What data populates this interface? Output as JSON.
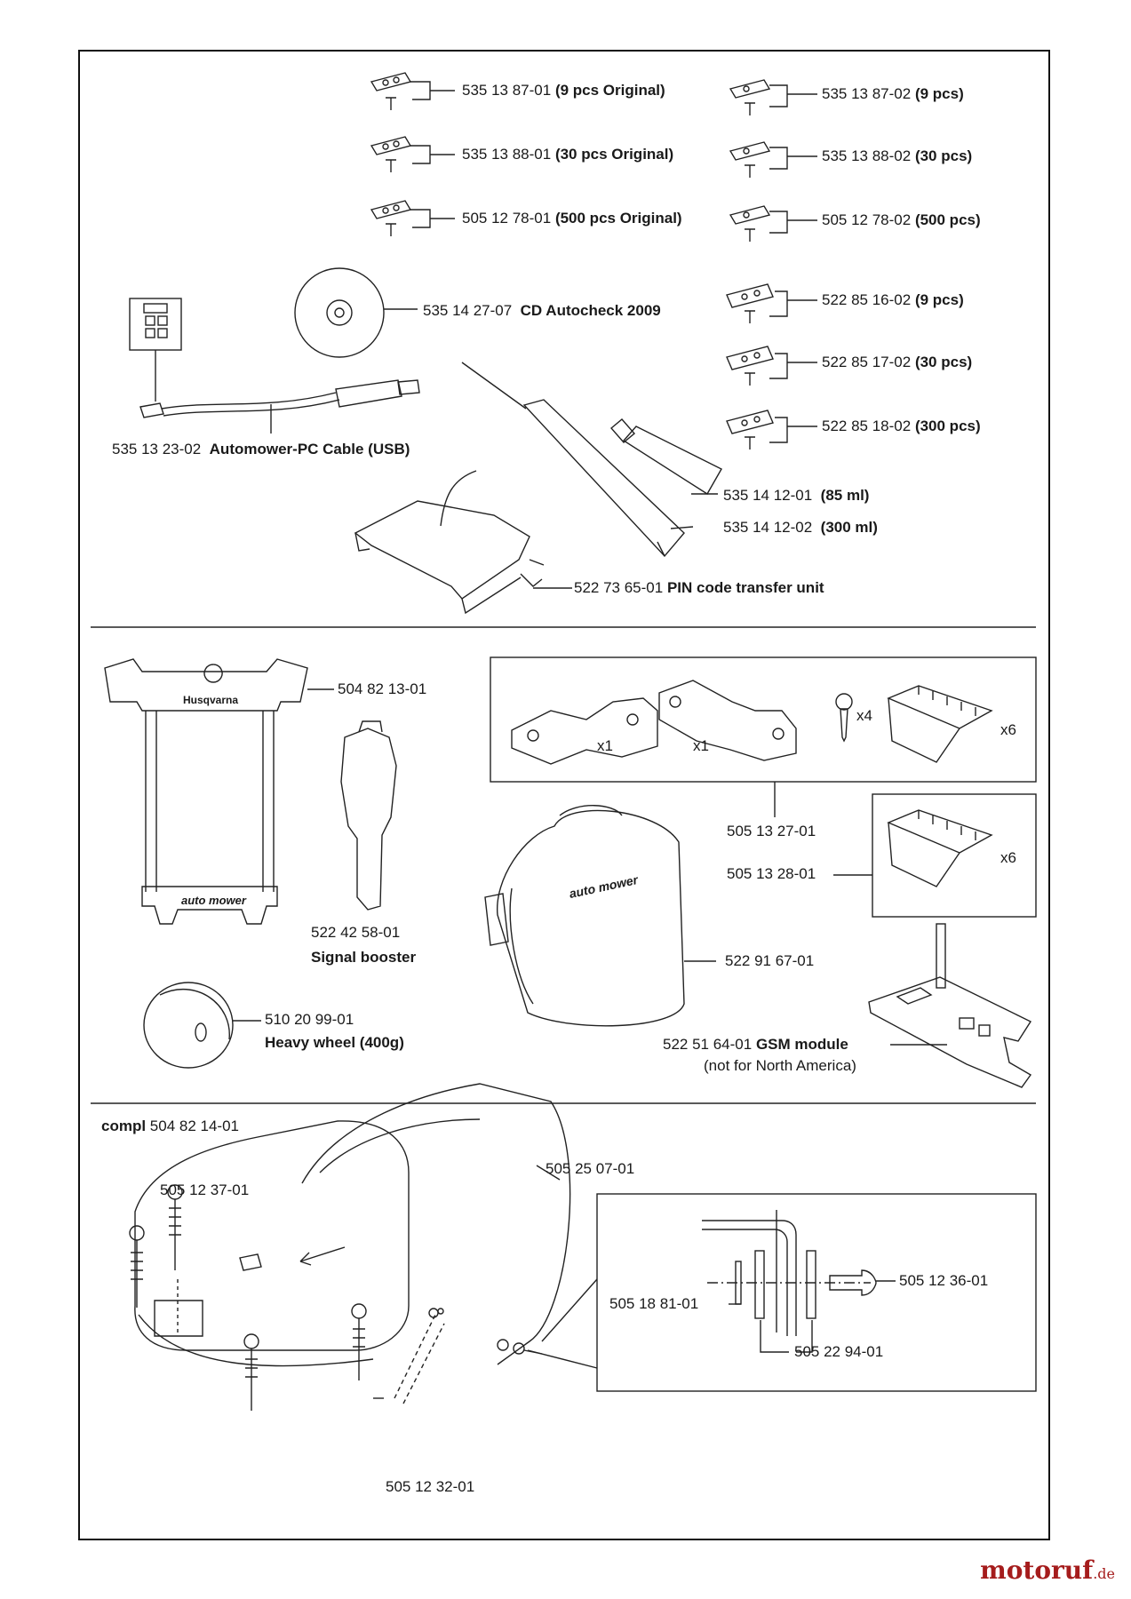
{
  "section1": {
    "blades_original": [
      {
        "part": "535 13 87-01",
        "desc": "(9 pcs Original)"
      },
      {
        "part": "535 13 88-01",
        "desc": "(30 pcs Original)"
      },
      {
        "part": "505 12 78-01",
        "desc": "(500 pcs Original)"
      }
    ],
    "blades_other": [
      {
        "part": "535 13 87-02",
        "desc": "(9 pcs)"
      },
      {
        "part": "535 13 88-02",
        "desc": "(30 pcs)"
      },
      {
        "part": "505 12 78-02",
        "desc": "(500 pcs)"
      },
      {
        "part": "522 85 16-02",
        "desc": "(9 pcs)"
      },
      {
        "part": "522 85 17-02",
        "desc": "(30 pcs)"
      },
      {
        "part": "522 85 18-02",
        "desc": "(300 pcs)"
      }
    ],
    "cd": {
      "part": "535 14 27-07",
      "desc": "CD Autocheck 2009"
    },
    "cable": {
      "part": "535 13 23-02",
      "desc": "Automower-PC Cable (USB)"
    },
    "grease_small": {
      "part": "535 14 12-01",
      "desc": "(85 ml)"
    },
    "grease_large": {
      "part": "535 14 12-02",
      "desc": "(300 ml)"
    },
    "pin_unit": {
      "part": "522 73 65-01",
      "desc": "PIN code transfer unit"
    }
  },
  "section2": {
    "frame": {
      "part": "504 82 13-01",
      "brand": "Husqvarna",
      "logo": "auto mower"
    },
    "signal_booster": {
      "part": "522 42 58-01",
      "desc": "Signal booster"
    },
    "heavy_wheel": {
      "part": "510 20 99-01",
      "desc": "Heavy wheel (400g)"
    },
    "kit": {
      "part": "505 13 27-01",
      "q1": "x1",
      "q2": "x1",
      "q3": "x4",
      "q4": "x6"
    },
    "brushes": {
      "part": "505 13 28-01",
      "qty": "x6"
    },
    "bag": {
      "part": "522 91 67-01",
      "logo": "auto mower"
    },
    "gsm": {
      "part": "522 51 64-01",
      "desc": "GSM module",
      "note": "(not for North America)"
    }
  },
  "section3": {
    "compl_label": "compl",
    "compl_part": "504 82 14-01",
    "parts": {
      "cover": "505 25 07-01",
      "screw_top": "505 12 37-01",
      "screw_bottom": "505 12 32-01",
      "pin": "505 12 36-01",
      "clip": "505 18 81-01",
      "washer": "505 22 94-01"
    }
  },
  "watermark": {
    "main": "motoruf",
    "suffix": ".de"
  }
}
